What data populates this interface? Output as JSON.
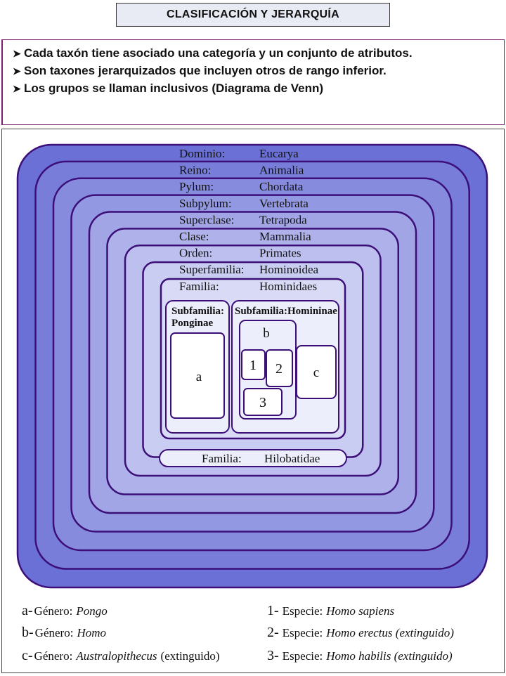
{
  "title": "CLASIFICACIÓN Y JERARQUÍA",
  "bullets": [
    "Cada taxón tiene asociado una categoría y un conjunto de atributos.",
    "Son taxones jerarquizados que incluyen otros de rango inferior.",
    "Los grupos se llaman inclusivos (Diagrama de Venn)"
  ],
  "colors": {
    "outer_fill": "#6a70d6",
    "inner_fill": "#d8daf6",
    "stroke": "#3b0e78",
    "label_color": "#111111",
    "header_border": "#7a1f6e"
  },
  "taxonomy": [
    {
      "rank": "Dominio:",
      "name": "Eucarya"
    },
    {
      "rank": "Reino:",
      "name": "Animalia"
    },
    {
      "rank": "Pylum:",
      "name": "Chordata"
    },
    {
      "rank": "Subpylum:",
      "name": "Vertebrata"
    },
    {
      "rank": "Superclase:",
      "name": "Tetrapoda"
    },
    {
      "rank": "Clase:",
      "name": "Mammalia"
    },
    {
      "rank": "Orden:",
      "name": "Primates"
    },
    {
      "rank": "Superfamilia:",
      "name": "Hominoidea"
    },
    {
      "rank": "Familia:",
      "name": "Hominidaes"
    }
  ],
  "subfamilies": {
    "ponginae": {
      "line1": "Subfamilia:",
      "line2": "Ponginae"
    },
    "homininae": {
      "label": "Subfamilia:Homininae"
    }
  },
  "boxes": {
    "a": "a",
    "b": "b",
    "c": "c",
    "s1": "1",
    "s2": "2",
    "s3": "3"
  },
  "hilobatidae": {
    "rank": "Familia:",
    "name": "Hilobatidae"
  },
  "legend": {
    "a": {
      "key": "a-",
      "rank": "Género:",
      "name": "Pongo",
      "note": ""
    },
    "b": {
      "key": "b-",
      "rank": "Género:",
      "name": "Homo",
      "note": ""
    },
    "c": {
      "key": "c-",
      "rank": "Género:",
      "name": "Australopithecus",
      "note": "(extinguido)"
    },
    "s1": {
      "key": "1-",
      "rank": "Especie:",
      "name": "Homo sapiens"
    },
    "s2": {
      "key": "2-",
      "rank": "Especie:",
      "name": "Homo erectus (extinguido)"
    },
    "s3": {
      "key": "3-",
      "rank": "Especie:",
      "name": "Homo habilis (extinguido)"
    }
  }
}
